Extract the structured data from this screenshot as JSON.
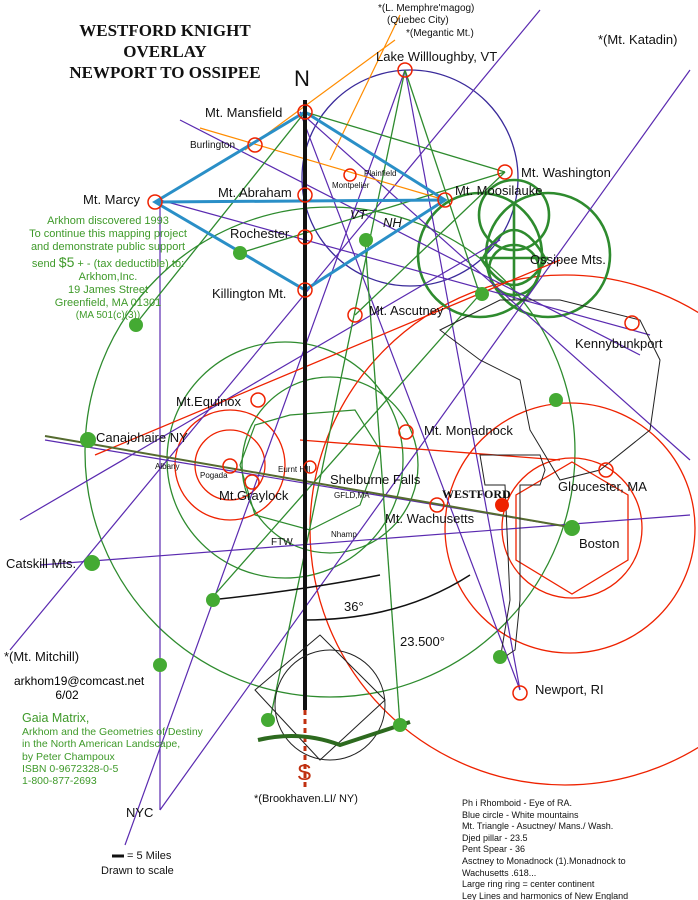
{
  "title": {
    "line1": "WESTFORD KNIGHT",
    "line2": "OVERLAY",
    "line3": "NEWPORT TO OSSIPEE"
  },
  "compass": {
    "north": "N",
    "south": "S"
  },
  "places": {
    "memphremagog": "*(L. Memphre'magog)",
    "quebec": "(Quebec City)",
    "megantic": "*(Megantic Mt.)",
    "katadin": "*(Mt. Katadin)",
    "willoughby": "Lake Willloughby, VT",
    "mansfield": "Mt. Mansfield",
    "burlington": "Burlington",
    "plainfield": "Plainfield",
    "montpelier": "Montpelier",
    "washington": "Mt. Washington",
    "marcy": "Mt. Marcy",
    "abraham": "Mt. Abraham",
    "moosilauke": "Mt. Moosilauke",
    "vt": "VT",
    "nh": "NH",
    "rochester": "Rochester",
    "ossipee": "Ossipee Mts.",
    "killington": "Killington Mt.",
    "ascutney": "Mt. Ascutney",
    "kennebunkport": "Kennybunkport",
    "equinox": "Mt.Equinox",
    "monadnock": "Mt. Monadnock",
    "canajoharie": "Canajohaire NY",
    "albany": "Albany",
    "pogada": "Pogada",
    "eurnthill": "Eurnt Hill",
    "shelburne": "Shelburne Falls",
    "graylock": "Mt.Graylock",
    "gfld": "GFLD,MA",
    "westford": "WESTFORD",
    "gloucester": "Gloucester, MA",
    "wachusetts": "Mt. Wachusetts",
    "boston": "Boston",
    "nhamp": "Nhamp",
    "ftw": "FTW",
    "catskill": "Catskill Mts.",
    "mitchill": "*(Mt. Mitchill)",
    "newport": "Newport, RI",
    "nyc": "NYC",
    "brookhaven": "*(Brookhaven.LI/ NY)"
  },
  "angles": {
    "a36": "36°",
    "a23": "23.500°"
  },
  "arkhom": {
    "l1": "Arkhom discovered 1993",
    "l2": "To continue this mapping project",
    "l3": "and demonstrate public support",
    "l4a": "send ",
    "l4b": "$5",
    "l4c": " + - (tax deductible) to:",
    "l5": "Arkhom,Inc.",
    "l6": "19 James Street",
    "l7": "Greenfield, MA 01301",
    "l8": "(MA 501(c)(3))"
  },
  "contact": {
    "email": "arkhom19@comcast.net",
    "date": "6/02"
  },
  "book": {
    "title": "Gaia Matrix,",
    "l2": "Arkhom and the Geometries of Destiny",
    "l3": "in the North American Landscape,",
    "l4": "by Peter Champoux",
    "l5": "ISBN 0-9672328-0-5",
    "l6": "1-800-877-2693"
  },
  "scale": {
    "miles": "= 5 Miles",
    "drawn": "Drawn to scale"
  },
  "notes": [
    "Ph i Rhomboid - Eye of RA.",
    "Blue circle - White mountains",
    "Mt. Triangle - Asuctney/ Mans./ Wash.",
    "Djed pillar - 23.5",
    "Pent Spear - 36",
    "Asctney to Monadnock (1).Monadnock to",
    "Wachusetts .618...",
    "Large ring ring = center continent",
    "Ley Lines and harmonics of New England"
  ],
  "palette": {
    "green": "#2e8b2e",
    "purple": "#5a2ab0",
    "orange": "#ff8c00",
    "red": "#ee2200",
    "blue": "#2a8fc7",
    "dot_green": "#44aa33"
  }
}
